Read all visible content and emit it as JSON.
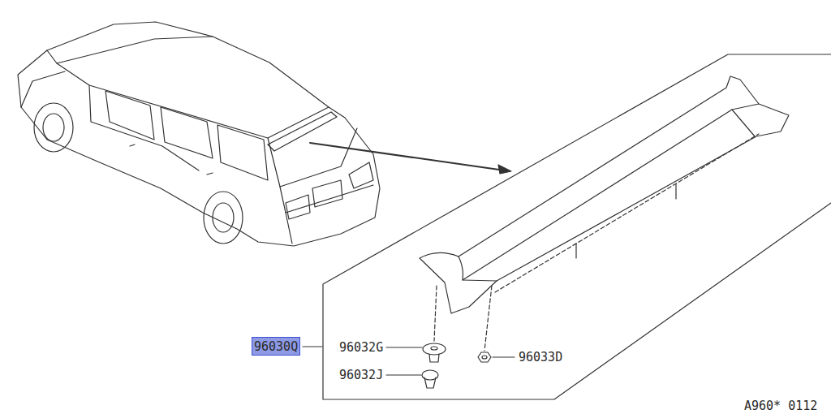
{
  "diagram": {
    "nodes": [
      {
        "text": [
          "96030Q"
        ]
      }
    ],
    "labels": [
      "96032G",
      "96032J",
      "96033D",
      "A960* 0112"
    ]
  }
}
